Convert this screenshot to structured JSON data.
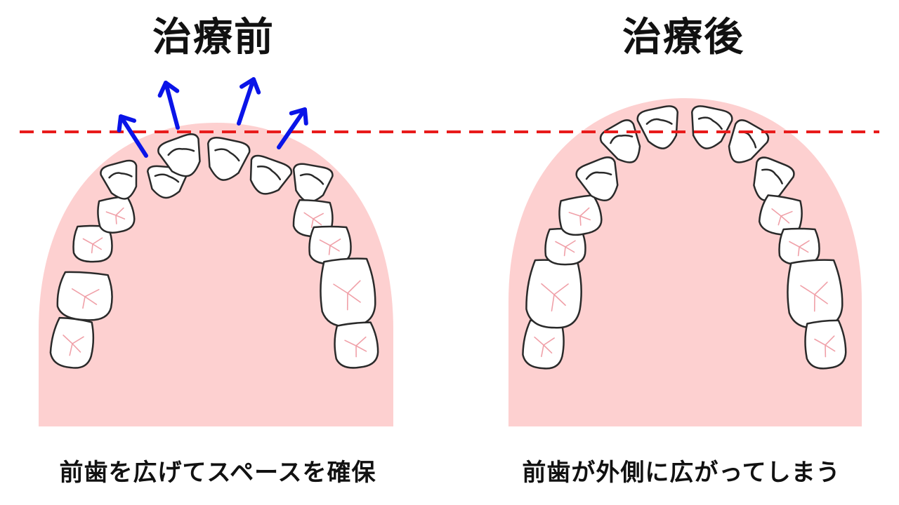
{
  "before": {
    "title": "治療前",
    "caption": "前歯を広げてスペースを確保"
  },
  "after": {
    "title": "治療後",
    "caption": "前歯が外側に広がってしまう"
  },
  "colors": {
    "gum": "#fdd0d0",
    "tooth_outline": "#2a2a2a",
    "tooth_fill": "#ffffff",
    "crease": "#f0a0a8",
    "arrow": "#0a14e8",
    "reference_line": "#e81b1b"
  },
  "icons": {
    "arrow": "arrow-up-icon"
  }
}
